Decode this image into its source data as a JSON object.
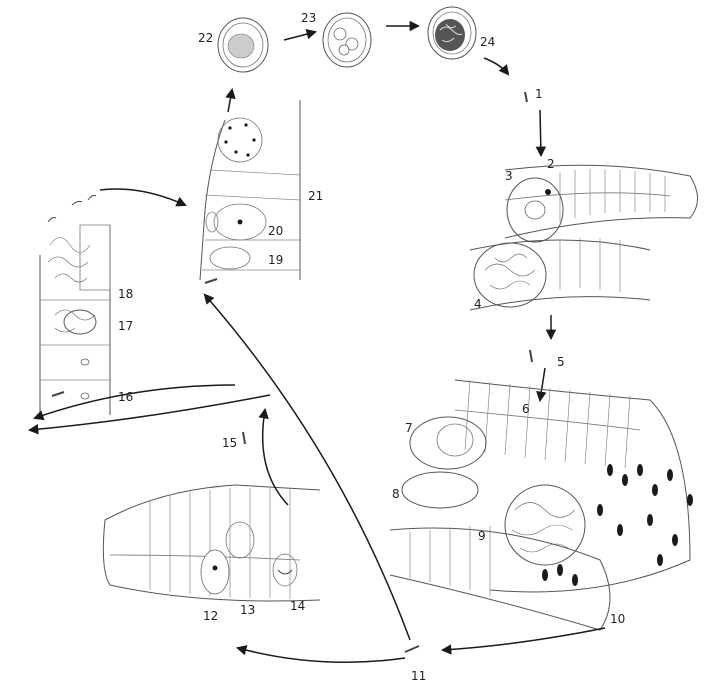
{
  "figure": {
    "stage_labels": [
      "1",
      "2",
      "3",
      "4",
      "5",
      "6",
      "7",
      "8",
      "9",
      "10",
      "11",
      "12",
      "13",
      "14",
      "15",
      "16",
      "17",
      "18",
      "19",
      "20",
      "21",
      "22",
      "23",
      "24"
    ]
  }
}
